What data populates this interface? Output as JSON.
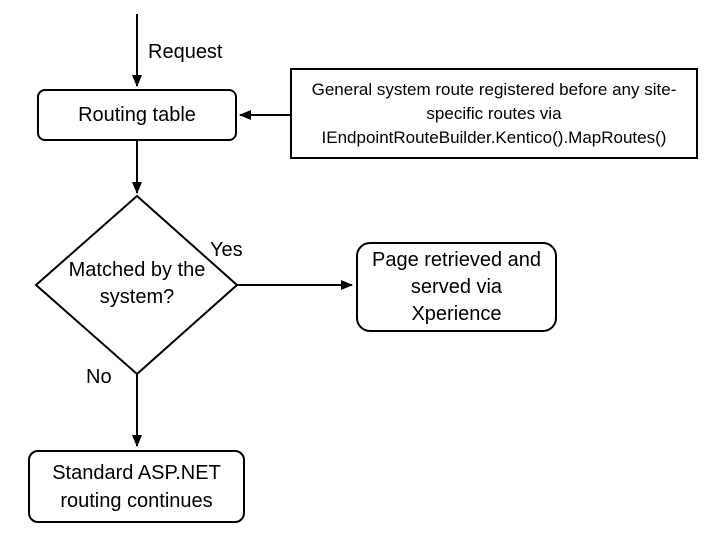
{
  "flowchart": {
    "request_label": "Request",
    "routing_table": "Routing table",
    "note": "General system route registered before any site-\nspecific routes via\nIEndpointRouteBuilder.Kentico().MapRoutes()",
    "decision": "Matched by the\nsystem?",
    "yes_label": "Yes",
    "no_label": "No",
    "page_served": "Page retrieved and\nserved via\nXperience",
    "standard_routing": "Standard ASP.NET\nrouting continues",
    "colors": {
      "stroke": "#000000",
      "fill": "#ffffff",
      "text": "#000000",
      "background": "#ffffff"
    }
  }
}
